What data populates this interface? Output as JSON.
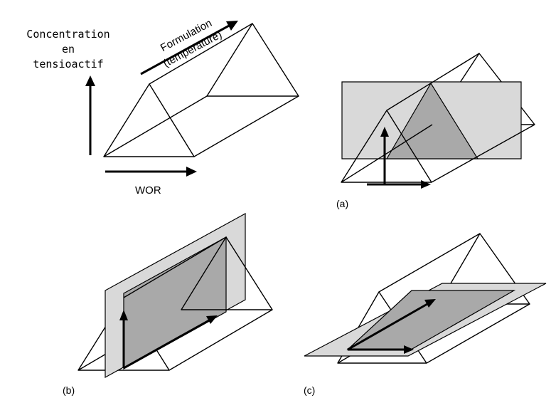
{
  "labels": {
    "y_axis_lines": [
      "Concentration",
      "en",
      "tensioactif"
    ],
    "formulation": "Formulation",
    "temperature": "(temperature)",
    "wor": "WOR",
    "panel_a": "(a)",
    "panel_b": "(b)",
    "panel_c": "(c)"
  },
  "colors": {
    "plane_light": "#d9d9d9",
    "plane_dark": "#a9a9a9",
    "line": "#000000"
  }
}
